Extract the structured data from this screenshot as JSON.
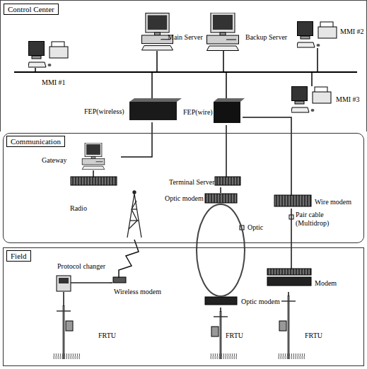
{
  "diagram": {
    "nodes": [
      {
        "text": [
          "Control Center"
        ]
      },
      {
        "text": [
          "Main Server"
        ],
        "in": 0
      },
      {
        "text": [
          "Backup Server"
        ],
        "in": 0
      },
      {
        "text": [
          "MMI #1"
        ],
        "in": 0
      },
      {
        "text": [
          "MMI #2"
        ],
        "in": 0
      },
      {
        "text": [
          "MMI #3"
        ],
        "in": 0
      },
      {
        "text": [
          "FEP(wireless)"
        ],
        "in": 0
      },
      {
        "text": [
          "FEP(wire)"
        ],
        "in": 0
      },
      {
        "text": [
          "Communication"
        ]
      },
      {
        "text": [
          "Gateway"
        ],
        "in": 8
      },
      {
        "text": [
          "Terminal Server"
        ],
        "in": 8
      },
      {
        "text": [
          "Radio"
        ],
        "in": 8
      },
      {
        "text": [
          "Optic modem"
        ],
        "in": 8
      },
      {
        "text": [
          "Wire modem"
        ],
        "in": 8
      },
      {
        "text": [
          "Field"
        ]
      },
      {
        "text": [
          "Protocol changer"
        ],
        "in": 14
      },
      {
        "text": [
          "Modem"
        ],
        "in": 14
      },
      {
        "text": [
          "Wireless modem"
        ],
        "in": 14
      },
      {
        "text": [
          "Optic modem"
        ],
        "in": 14
      },
      {
        "text": [
          "FRTU"
        ],
        "in": 14
      },
      {
        "text": [
          "FRTU"
        ],
        "in": 14
      },
      {
        "text": [
          "FRTU"
        ],
        "in": 14
      }
    ],
    "edges": [
      {
        "from": 6,
        "to": 9,
        "arrow": "none"
      },
      {
        "from": 7,
        "to": 10,
        "arrow": "none"
      },
      {
        "from": 7,
        "to": 13,
        "arrow": "none"
      },
      {
        "from": 9,
        "to": 11,
        "arrow": "none"
      },
      {
        "from": 10,
        "to": 12,
        "arrow": "none"
      },
      {
        "from": 12,
        "to": 18,
        "arrow": "none"
      },
      {
        "from": 13,
        "to": 16,
        "arrow": "none"
      },
      {
        "from": 11,
        "to": 17,
        "arrow": "none"
      },
      {
        "from": 15,
        "to": 17,
        "arrow": "none"
      },
      {
        "from": 15,
        "to": 19,
        "arrow": "none"
      },
      {
        "from": 18,
        "to": 20,
        "arrow": "none"
      },
      {
        "from": 16,
        "to": 21,
        "arrow": "none"
      }
    ],
    "labels": [
      "Optic",
      "Pair cable (Multidrop)"
    ]
  }
}
